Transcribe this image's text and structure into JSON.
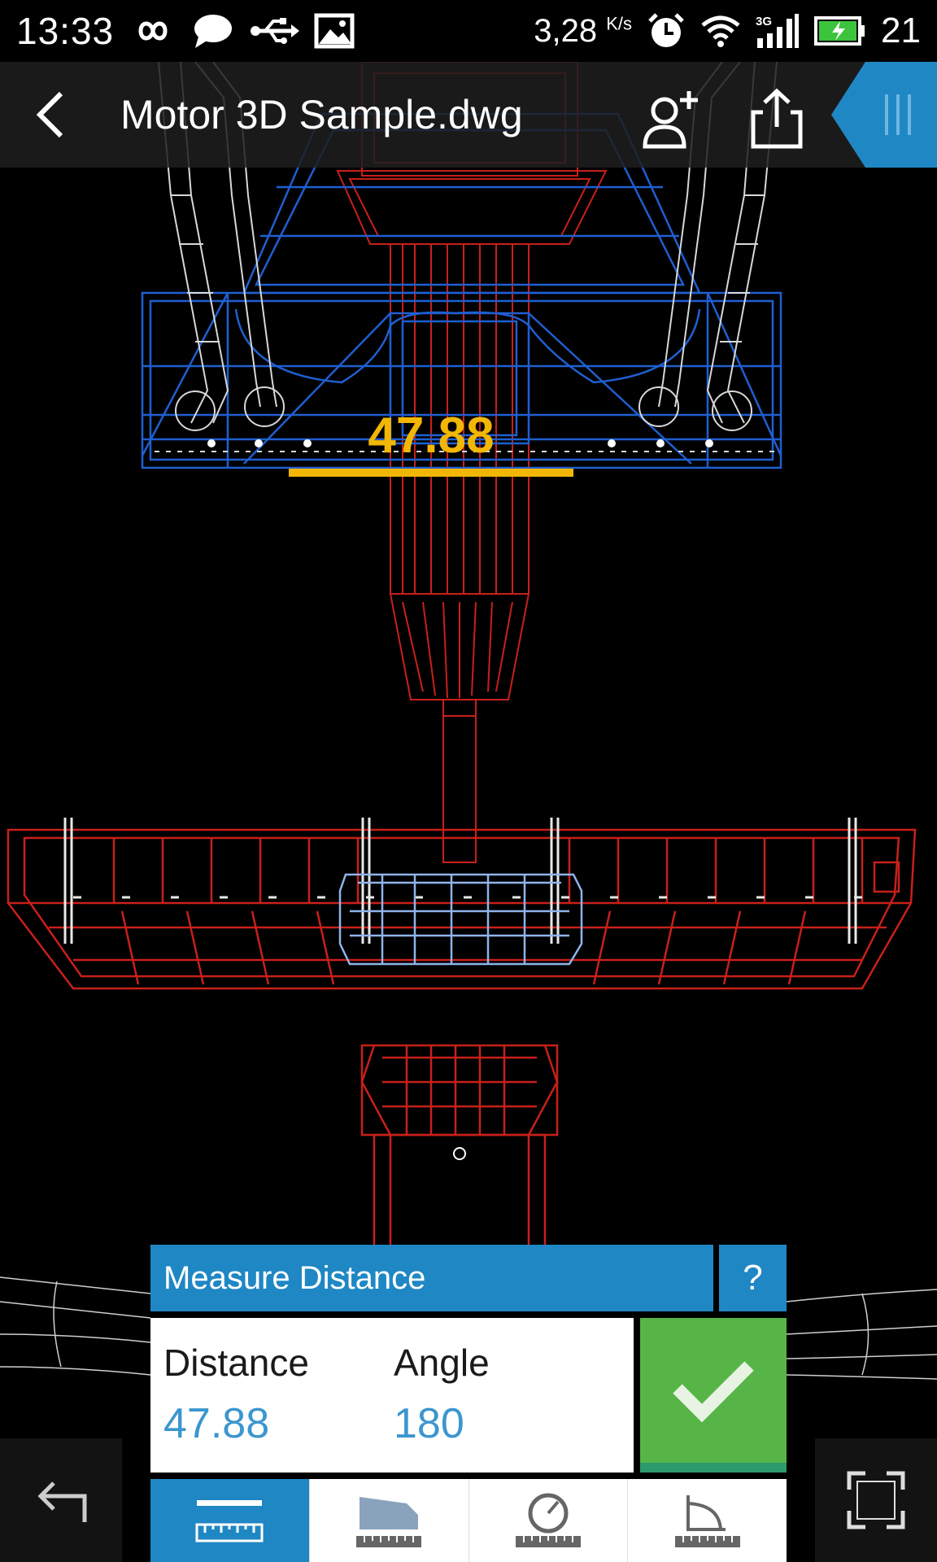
{
  "status_bar": {
    "time": "13:33",
    "network_speed": "3,28",
    "network_speed_unit": "K/s",
    "network_type": "3G",
    "battery_percent": "21"
  },
  "app_bar": {
    "title": "Motor 3D Sample.dwg"
  },
  "canvas": {
    "measure_label": "47.88"
  },
  "measure_panel": {
    "title": "Measure Distance",
    "help_label": "?",
    "distance_label": "Distance",
    "distance_value": "47.88",
    "angle_label": "Angle",
    "angle_value": "180"
  },
  "toolbar": {
    "tools": [
      {
        "name": "distance",
        "active": true
      },
      {
        "name": "area",
        "active": false
      },
      {
        "name": "radius",
        "active": false
      },
      {
        "name": "arc",
        "active": false
      }
    ]
  },
  "colors": {
    "accent_blue": "#1f87c4",
    "confirm_green": "#57b547",
    "measure_yellow": "#f2b705",
    "value_blue": "#3c96cf",
    "wire_red": "#c8201a",
    "wire_blue": "#1f5fd1",
    "wire_white": "#d8d8d8",
    "wire_lightblue": "#8fb4ea"
  },
  "icons": {
    "back": "chevron-left-icon",
    "share_user": "add-person-icon",
    "export": "share-upload-icon",
    "confirm": "checkmark-icon",
    "undo": "undo-arrow-icon",
    "fullscreen": "fullscreen-icon"
  }
}
